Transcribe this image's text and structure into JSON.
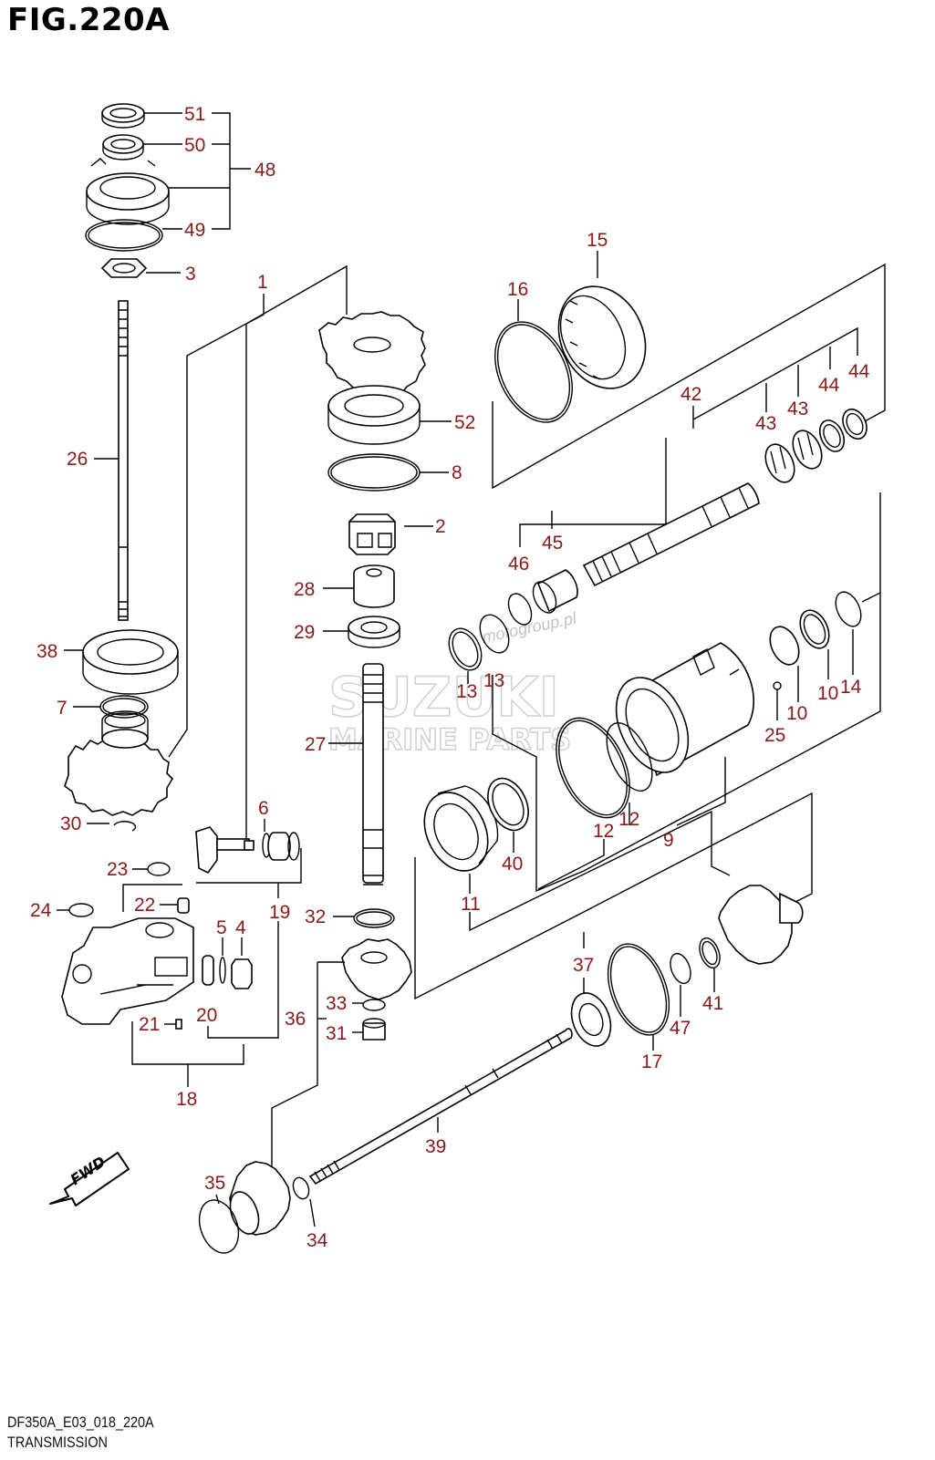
{
  "figure": {
    "title": "FIG.220A",
    "model_code": "DF350A_E03_018_220A",
    "subtitle": "TRANSMISSION"
  },
  "watermarks": {
    "brand": "SUZUKI",
    "brand_sub": "MARINE PARTS",
    "site": "motogroup.pl"
  },
  "fwd_arrow": {
    "label": "FWD"
  },
  "part_labels": [
    "51",
    "50",
    "48",
    "49",
    "3",
    "1",
    "26",
    "38",
    "7",
    "30",
    "6",
    "23",
    "24",
    "22",
    "5",
    "4",
    "19",
    "21",
    "20",
    "18",
    "15",
    "16",
    "42",
    "44",
    "44",
    "43",
    "43",
    "52",
    "8",
    "2",
    "28",
    "29",
    "27",
    "46",
    "45",
    "13",
    "13",
    "14",
    "10",
    "10",
    "25",
    "12",
    "12",
    "9",
    "11",
    "40",
    "32",
    "33",
    "31",
    "36",
    "37",
    "41",
    "47",
    "17",
    "39",
    "35",
    "34"
  ]
}
